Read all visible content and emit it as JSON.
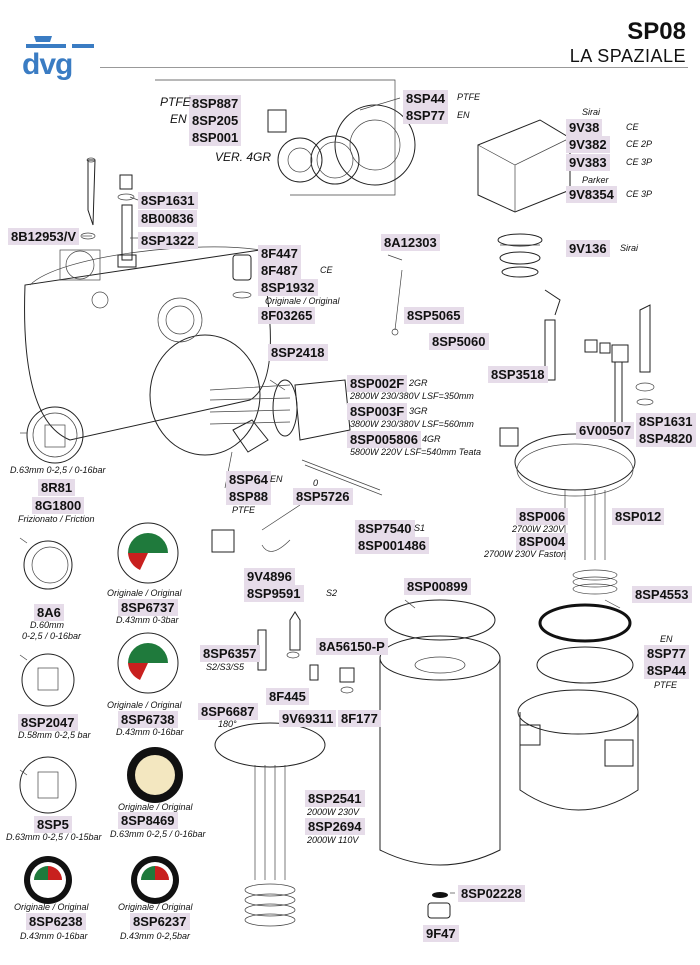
{
  "header": {
    "model": "SP08",
    "brand": "LA SPAZIALE",
    "logo_text": "dvg"
  },
  "parts": [
    {
      "id": "p1",
      "code": "8SP887",
      "pre": "PTFE"
    },
    {
      "id": "p2",
      "code": "8SP205",
      "pre": "EN"
    },
    {
      "id": "p3",
      "code": "8SP001"
    },
    {
      "id": "p4",
      "code": "8SP44",
      "post": "PTFE"
    },
    {
      "id": "p5",
      "code": "8SP77",
      "post": "EN"
    },
    {
      "id": "p6",
      "code": "9V38",
      "post": "CE"
    },
    {
      "id": "p7",
      "code": "9V382",
      "post": "CE 2P"
    },
    {
      "id": "p8",
      "code": "9V383",
      "post": "CE 3P"
    },
    {
      "id": "p9",
      "code": "9V8354",
      "post": "CE 3P"
    },
    {
      "id": "p10",
      "code": "8SP1631"
    },
    {
      "id": "p11",
      "code": "8B00836"
    },
    {
      "id": "p12",
      "code": "8B12953/V"
    },
    {
      "id": "p13",
      "code": "8SP1322"
    },
    {
      "id": "p14",
      "code": "8F447"
    },
    {
      "id": "p15",
      "code": "8F487",
      "post": "CE"
    },
    {
      "id": "p16",
      "code": "8SP1932"
    },
    {
      "id": "p17",
      "code": "8F03265"
    },
    {
      "id": "p18",
      "code": "8A12303"
    },
    {
      "id": "p19",
      "code": "9V136",
      "post": "Sirai"
    },
    {
      "id": "p20",
      "code": "8SP5065"
    },
    {
      "id": "p21",
      "code": "8SP5060"
    },
    {
      "id": "p22",
      "code": "8SP2418"
    },
    {
      "id": "p23",
      "code": "8SP3518"
    },
    {
      "id": "p24",
      "code": "8SP002F",
      "post": "2GR"
    },
    {
      "id": "p25",
      "code": "8SP003F",
      "post": "3GR"
    },
    {
      "id": "p26",
      "code": "8SP005806",
      "post": "4GR"
    },
    {
      "id": "p27",
      "code": "8SP1631"
    },
    {
      "id": "p28",
      "code": "6V00507"
    },
    {
      "id": "p29",
      "code": "8SP4820"
    },
    {
      "id": "p30",
      "code": "8R81"
    },
    {
      "id": "p31",
      "code": "8G1800"
    },
    {
      "id": "p32",
      "code": "8SP64",
      "post": "EN"
    },
    {
      "id": "p33",
      "code": "8SP88"
    },
    {
      "id": "p34",
      "code": "8SP5726"
    },
    {
      "id": "p35",
      "code": "8SP7540",
      "post": "S1"
    },
    {
      "id": "p36",
      "code": "8SP001486"
    },
    {
      "id": "p37",
      "code": "8SP006"
    },
    {
      "id": "p38",
      "code": "8SP012"
    },
    {
      "id": "p39",
      "code": "8SP004"
    },
    {
      "id": "p40",
      "code": "8A6"
    },
    {
      "id": "p41",
      "code": "8SP6737"
    },
    {
      "id": "p42",
      "code": "9V4896"
    },
    {
      "id": "p43",
      "code": "8SP9591",
      "post": "S2"
    },
    {
      "id": "p44",
      "code": "8SP00899"
    },
    {
      "id": "p45",
      "code": "8SP4553"
    },
    {
      "id": "p46",
      "code": "8SP6357"
    },
    {
      "id": "p47",
      "code": "8A56150-P"
    },
    {
      "id": "p48",
      "code": "8SP77"
    },
    {
      "id": "p49",
      "code": "8SP44"
    },
    {
      "id": "p50",
      "code": "8SP2047"
    },
    {
      "id": "p51",
      "code": "8SP6738"
    },
    {
      "id": "p52",
      "code": "8F445"
    },
    {
      "id": "p53",
      "code": "8SP6687"
    },
    {
      "id": "p54",
      "code": "9V69311"
    },
    {
      "id": "p55",
      "code": "8F177"
    },
    {
      "id": "p56",
      "code": "8SP5"
    },
    {
      "id": "p57",
      "code": "8SP8469"
    },
    {
      "id": "p58",
      "code": "8SP2541"
    },
    {
      "id": "p59",
      "code": "8SP2694"
    },
    {
      "id": "p60",
      "code": "8SP02228"
    },
    {
      "id": "p61",
      "code": "8SP6238"
    },
    {
      "id": "p62",
      "code": "8SP6237"
    },
    {
      "id": "p63",
      "code": "9F47"
    }
  ],
  "notes": [
    {
      "id": "n1",
      "text": "VER. 4GR",
      "big": true
    },
    {
      "id": "n2",
      "text": "Sirai"
    },
    {
      "id": "n3",
      "text": "Parker"
    },
    {
      "id": "n4",
      "text": "Originale / Original"
    },
    {
      "id": "n5",
      "text": "2800W 230/380V LSF=350mm"
    },
    {
      "id": "n6",
      "text": "3800W 230/380V LSF=560mm"
    },
    {
      "id": "n7",
      "text": "5800W 220V LSF=540mm Teata"
    },
    {
      "id": "n8",
      "text": "D.63mm 0-2,5 / 0-16bar"
    },
    {
      "id": "n9",
      "text": "Frizionato / Friction"
    },
    {
      "id": "n10",
      "text": "PTFE"
    },
    {
      "id": "n11",
      "text": "0"
    },
    {
      "id": "n12",
      "text": "2700W 230V"
    },
    {
      "id": "n13",
      "text": "2700W 230V Faston"
    },
    {
      "id": "n14",
      "text": "D.60mm"
    },
    {
      "id": "n15",
      "text": "0-2,5 / 0-16bar"
    },
    {
      "id": "n16",
      "text": "Originale / Original"
    },
    {
      "id": "n17",
      "text": "D.43mm 0-3bar"
    },
    {
      "id": "n18",
      "text": "EN"
    },
    {
      "id": "n19",
      "text": "PTFE"
    },
    {
      "id": "n20",
      "text": "S2/S3/S5"
    },
    {
      "id": "n21",
      "text": "D.58mm 0-2,5 bar"
    },
    {
      "id": "n22",
      "text": "Originale / Original"
    },
    {
      "id": "n23",
      "text": "D.43mm 0-16bar"
    },
    {
      "id": "n24",
      "text": "180°"
    },
    {
      "id": "n25",
      "text": "D.63mm 0-2,5 / 0-15bar"
    },
    {
      "id": "n26",
      "text": "Originale / Original"
    },
    {
      "id": "n27",
      "text": "D.63mm 0-2,5 / 0-16bar"
    },
    {
      "id": "n28",
      "text": "2000W 230V"
    },
    {
      "id": "n29",
      "text": "2000W 110V"
    },
    {
      "id": "n30",
      "text": "Originale / Original"
    },
    {
      "id": "n31",
      "text": "D.43mm 0-16bar"
    },
    {
      "id": "n32",
      "text": "Originale / Original"
    },
    {
      "id": "n33",
      "text": "D.43mm 0-2,5bar"
    }
  ],
  "colors": {
    "label_bg": "#e6dce9",
    "logo": "#3a7cc3",
    "gauge_red": "#c8201e",
    "gauge_green": "#1f7a3c"
  }
}
